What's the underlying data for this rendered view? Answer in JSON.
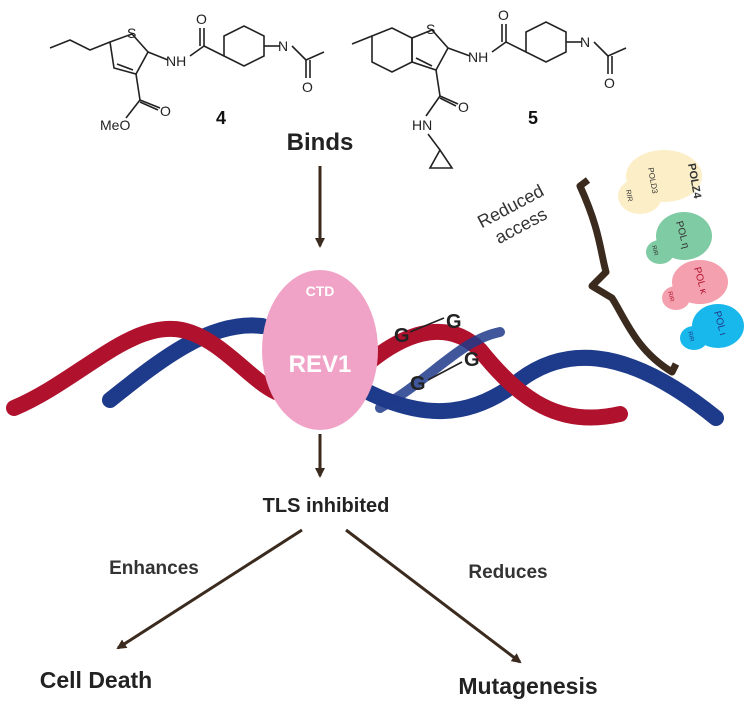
{
  "compounds": {
    "c4": {
      "number": "4",
      "s_atom": "S",
      "nh": "NH",
      "n_atom": "N",
      "o1": "O",
      "o2": "O",
      "o3": "O",
      "meo": "MeO"
    },
    "c5": {
      "number": "5",
      "s_atom": "S",
      "nh": "NH",
      "n_atom": "N",
      "o1": "O",
      "o2": "O",
      "hn": "HN",
      "o3": "O"
    }
  },
  "flow": {
    "binds": "Binds",
    "tls_inhibited": "TLS inhibited",
    "enhances": "Enhances",
    "reduces": "Reduces",
    "cell_death": "Cell Death",
    "mutagenesis": "Mutagenesis"
  },
  "rev1": {
    "ctd": "CTD",
    "name": "REV1"
  },
  "lesion": {
    "g1": "G",
    "g2": "G",
    "g3": "G",
    "g4": "G"
  },
  "access": {
    "line1": "Reduced",
    "line2": "access"
  },
  "polymerases": [
    {
      "name": "POLZ4",
      "sub1": "POLD3",
      "sub2": "RIR",
      "color": "#FCEFC8"
    },
    {
      "name": "POL η",
      "sub2": "RIR",
      "color": "#7FCBA3"
    },
    {
      "name": "POL κ",
      "sub2": "RIR",
      "color": "#F4A0AE"
    },
    {
      "name": "POL ι",
      "sub2": "RIR",
      "color": "#18B8EC"
    }
  ],
  "colors": {
    "dna_red": "#B0122E",
    "dna_blue": "#1E3A8A",
    "rev1_pink": "#F0A3C6",
    "arrow": "#3B2A1E",
    "bracket": "#3B2A1E"
  }
}
